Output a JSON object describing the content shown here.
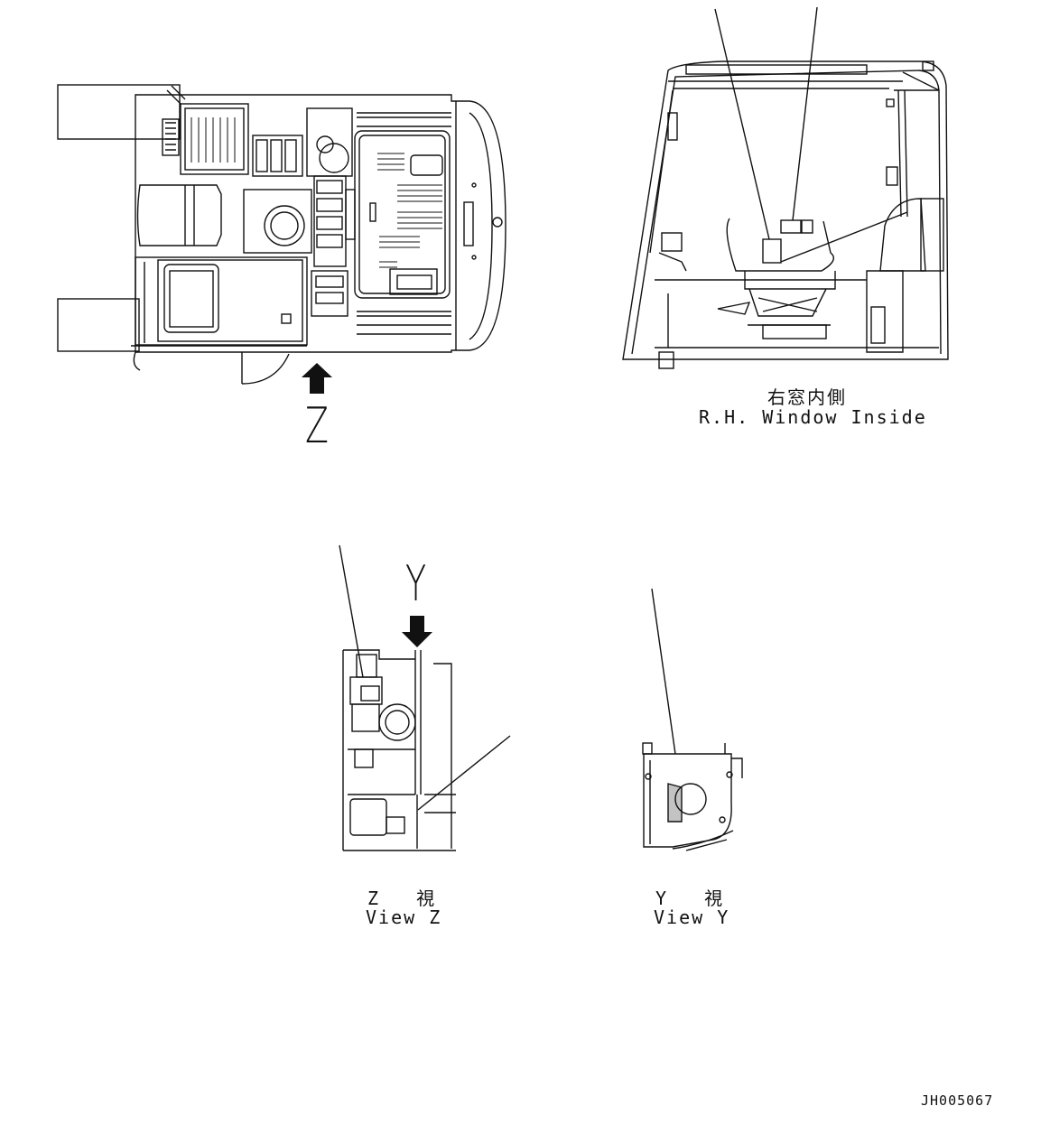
{
  "views": {
    "top_plan": {
      "arrow_letter": "Z"
    },
    "rh_window": {
      "caption_jp": "右窓内側",
      "caption_en": "R.H. Window Inside"
    },
    "view_z": {
      "arrow_letter": "Y",
      "caption_jp": "Z 視",
      "caption_en": "View Z"
    },
    "view_y": {
      "caption_jp": "Y 視",
      "caption_en": "View Y"
    }
  },
  "drawing_number": "JH005067",
  "colors": {
    "ink": "#111111",
    "paper": "#ffffff"
  }
}
